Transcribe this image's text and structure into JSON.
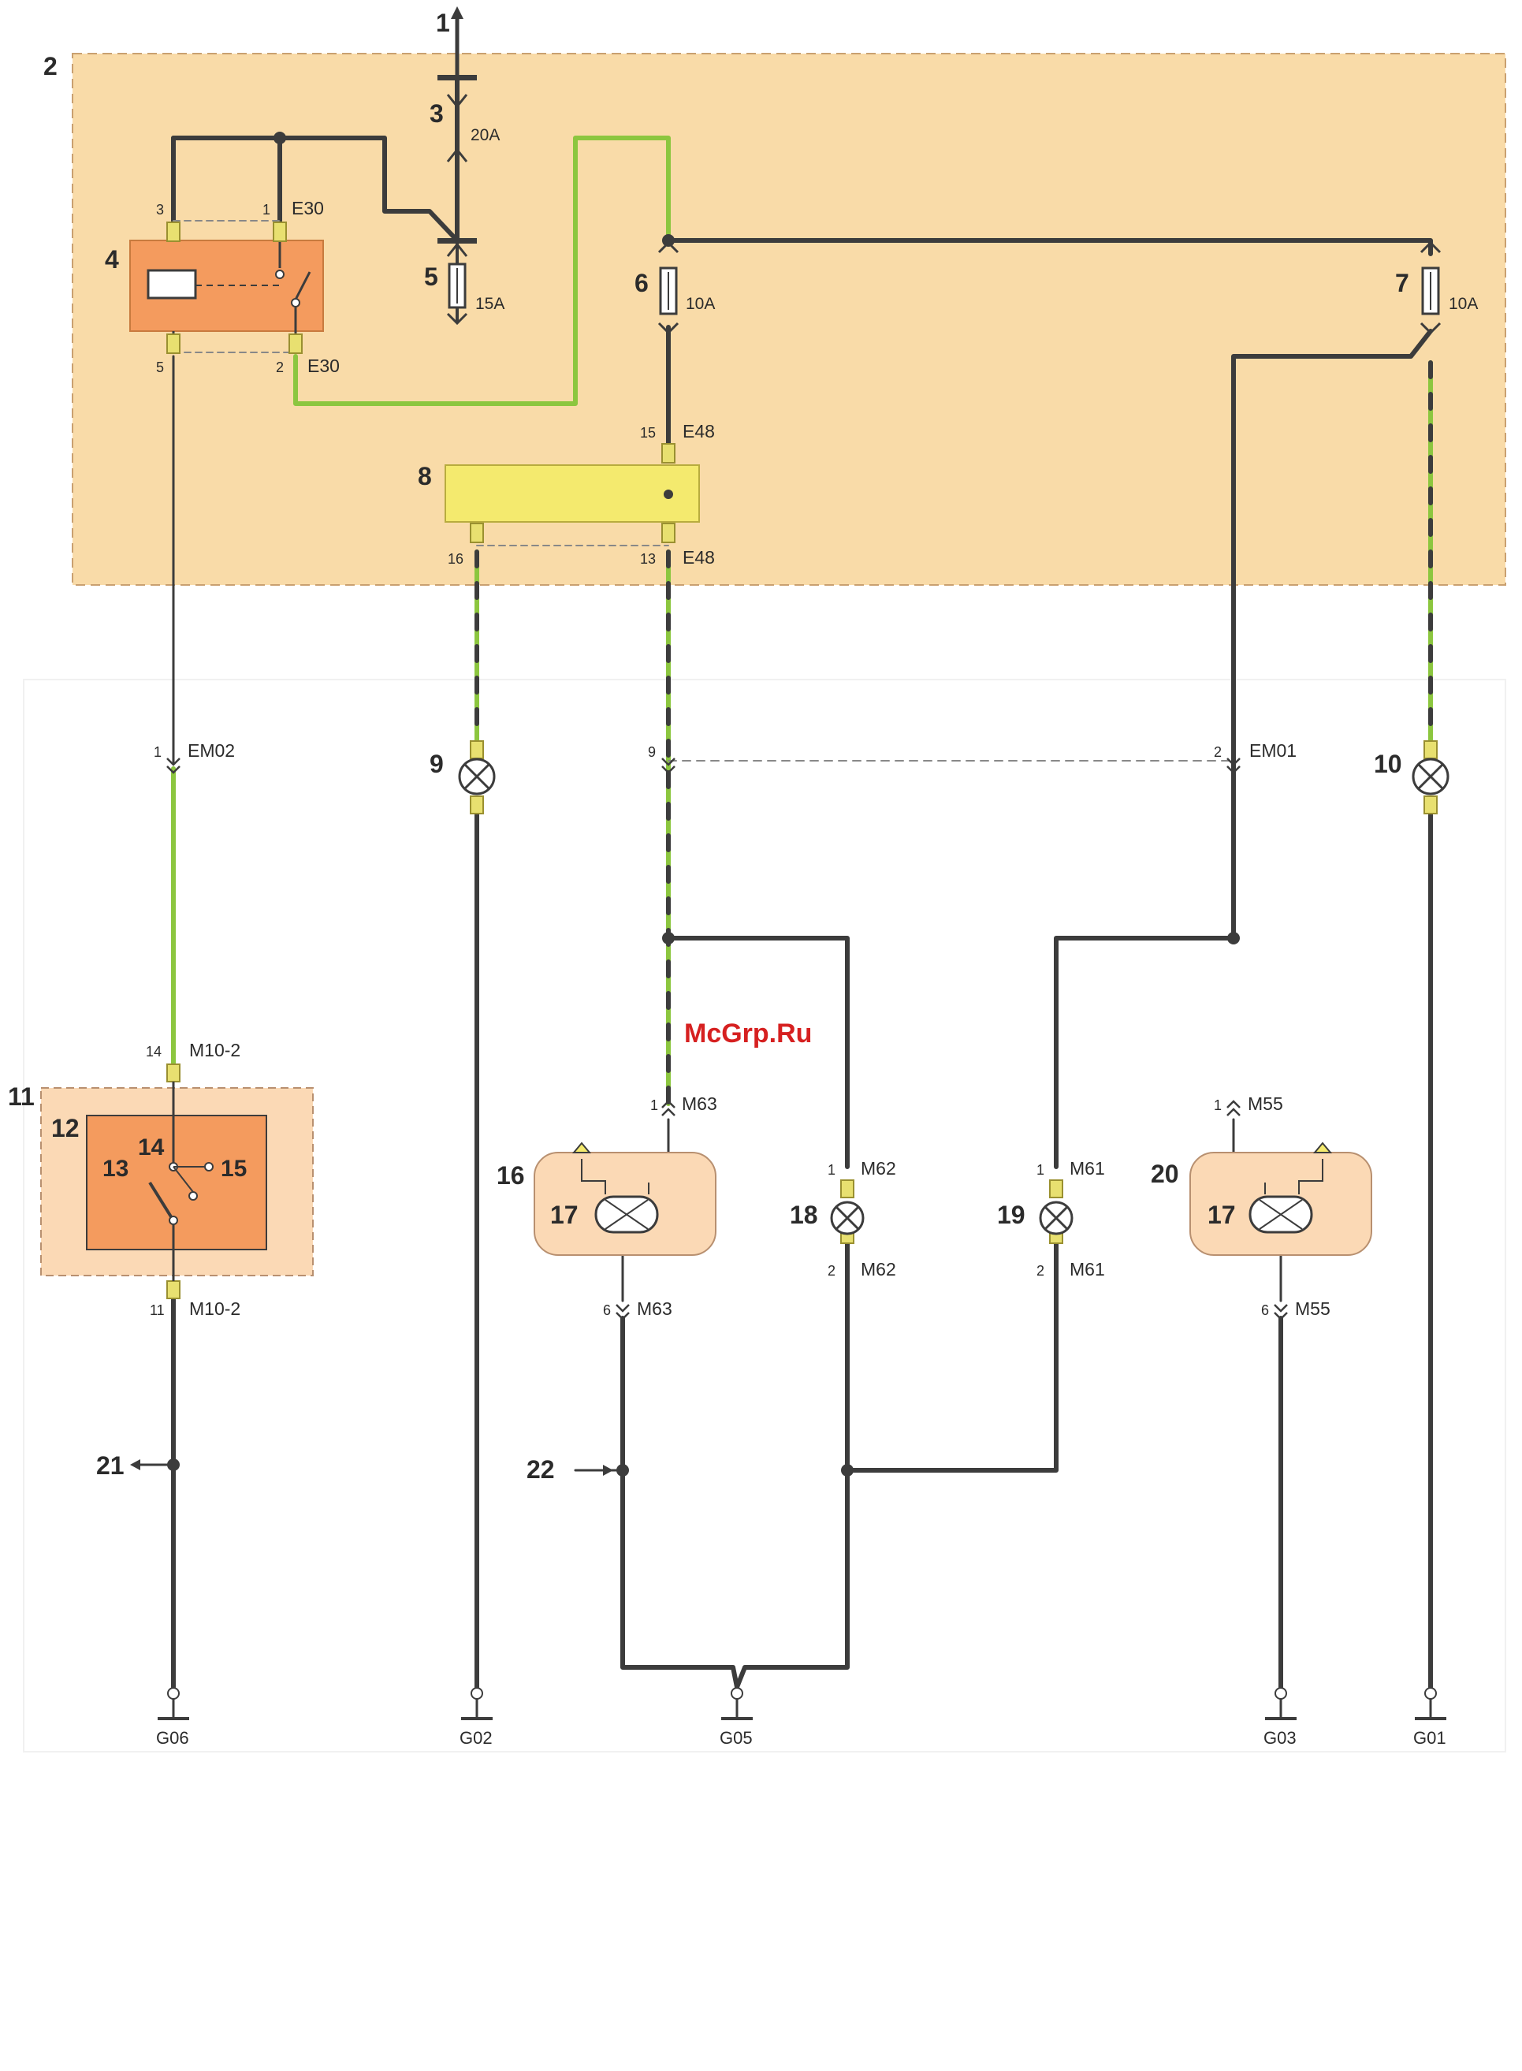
{
  "colors": {
    "panel_fill": "#f9dba8",
    "panel_border": "#c9a070",
    "relay_fill": "#f49b5e",
    "switch_fill": "#f49b5e",
    "switch_outer": "#fbd9b5",
    "connector_block": "#f4ea6e",
    "lamp_housing": "#fbd9b5",
    "wire_black": "#3c3c3c",
    "wire_green": "#8cc63f",
    "terminal": "#e8e070",
    "watermark": "#d62020"
  },
  "callouts": {
    "c1": "1",
    "c2": "2",
    "c3": "3",
    "c4": "4",
    "c5": "5",
    "c6": "6",
    "c7": "7",
    "c8": "8",
    "c9": "9",
    "c10": "10",
    "c11": "11",
    "c12": "12",
    "c16": "16",
    "c17a": "17",
    "c17b": "17",
    "c18": "18",
    "c19": "19",
    "c20": "20",
    "c21": "21",
    "c22": "22"
  },
  "fuses": {
    "f3_rating": "20A",
    "f5_rating": "15A",
    "f6_rating": "10A",
    "f7_rating": "10A"
  },
  "pins": {
    "relay_p3": "3",
    "relay_p1": "1",
    "relay_p5": "5",
    "relay_p2": "2",
    "e48_p15": "15",
    "e48_p16": "16",
    "e48_p13": "13",
    "em02_p1": "1",
    "em_p9": "9",
    "em01_p2": "2",
    "m10_p14": "14",
    "m10_p11": "11",
    "m63_p1": "1",
    "m63_p6": "6",
    "m62_p1": "1",
    "m62_p2": "2",
    "m61_p1": "1",
    "m61_p2": "2",
    "m55_p1": "1",
    "m55_p6": "6"
  },
  "connectors": {
    "e30_top": "E30",
    "e30_bottom": "E30",
    "e48_top": "E48",
    "e48_bottom": "E48",
    "em02": "EM02",
    "em01": "EM01",
    "m10_top": "M10-2",
    "m10_bottom": "M10-2",
    "m63_top": "M63",
    "m63_bottom": "M63",
    "m62_top": "M62",
    "m62_bottom": "M62",
    "m61_top": "M61",
    "m61_bottom": "M61",
    "m55_top": "M55",
    "m55_bottom": "M55"
  },
  "switch_terminals": {
    "t13": "13",
    "t14": "14",
    "t15": "15"
  },
  "grounds": {
    "g06": "G06",
    "g02": "G02",
    "g05": "G05",
    "g03": "G03",
    "g01": "G01"
  },
  "watermark": "McGrp.Ru"
}
